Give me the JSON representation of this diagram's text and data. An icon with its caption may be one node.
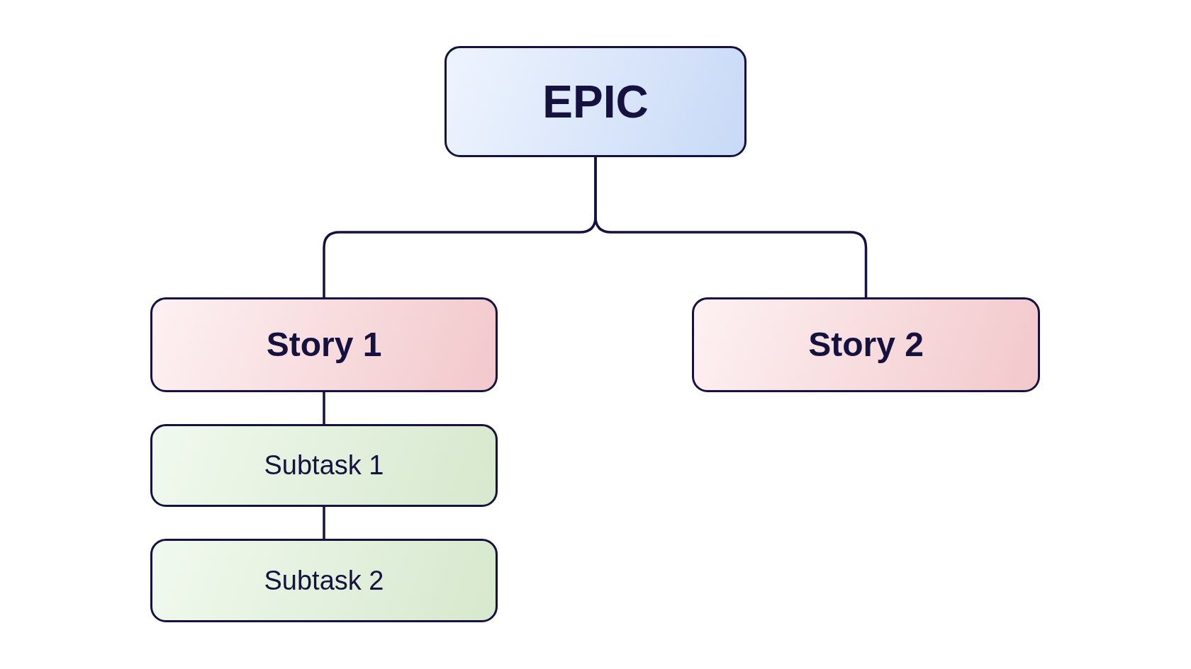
{
  "diagram": {
    "nodes": [
      {
        "text": [
          "EPIC"
        ]
      },
      {
        "text": [
          "Story 1"
        ]
      },
      {
        "text": [
          "Story 2"
        ]
      },
      {
        "text": [
          "Subtask 1"
        ]
      },
      {
        "text": [
          "Subtask 2"
        ]
      }
    ],
    "edges": [
      {
        "from": 0,
        "to": 1,
        "arrow": "none"
      },
      {
        "from": 0,
        "to": 2,
        "arrow": "none"
      },
      {
        "from": 1,
        "to": 3,
        "arrow": "none"
      },
      {
        "from": 3,
        "to": 4,
        "arrow": "none"
      }
    ]
  }
}
